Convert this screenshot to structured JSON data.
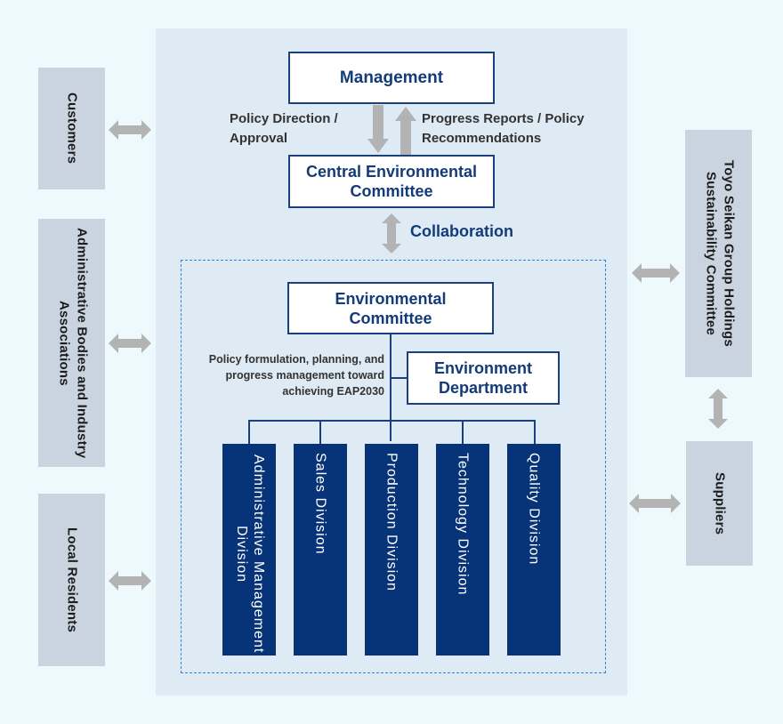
{
  "colors": {
    "background": "#eef9fd",
    "panel": "#deebf4",
    "stakeholder_box": "#c9d4e0",
    "navy": "#073478",
    "box_border": "#1c3f7e",
    "arrow_gray": "#b3b3b3",
    "dashed_border": "#2a86d6"
  },
  "stakeholders_left": [
    {
      "label": "Customers"
    },
    {
      "label": "Administrative Bodies and Industry Associations"
    },
    {
      "label": "Local Residents"
    }
  ],
  "stakeholders_right": [
    {
      "label": "Toyo Seikan Group Holdings Sustainability Committee"
    },
    {
      "label": "Suppliers"
    }
  ],
  "management": {
    "label": "Management"
  },
  "down_flow_label": "Policy Direction / Approval",
  "up_flow_label": "Progress Reports / Policy Recommendations",
  "central_committee": {
    "label": "Central Environmental Committee"
  },
  "collaboration_label": "Collaboration",
  "environmental_committee": {
    "label": "Environmental Committee"
  },
  "environment_department": {
    "label": "Environment Department"
  },
  "department_role": "Policy formulation, planning, and progress management toward achieving EAP2030",
  "divisions": [
    {
      "label": "Administrative Management Division"
    },
    {
      "label": "Sales Division"
    },
    {
      "label": "Production Division"
    },
    {
      "label": "Technology Division"
    },
    {
      "label": "Quality Division"
    }
  ]
}
